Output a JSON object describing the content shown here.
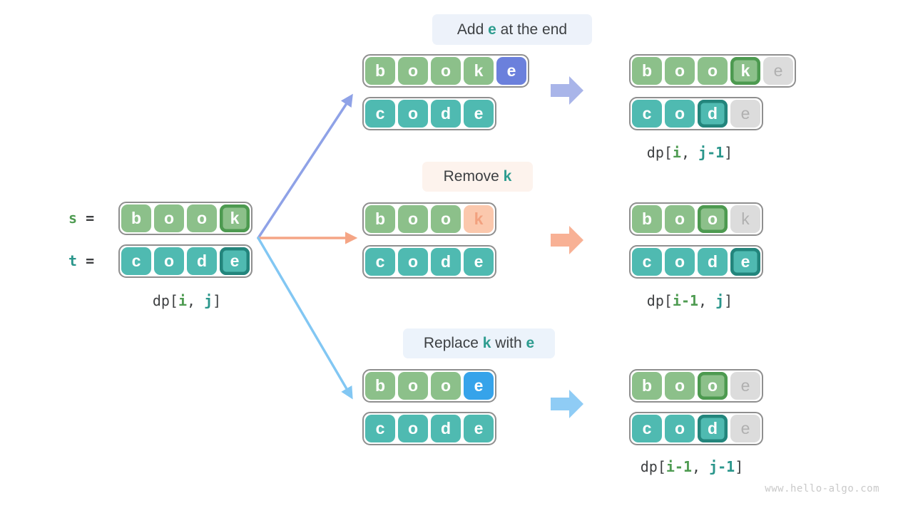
{
  "watermark": "www.hello-algo.com",
  "colors": {
    "cell-green": "#8cc08a",
    "cell-green-ring": "#4d9a50",
    "cell-teal": "#4fbab1",
    "cell-teal-ring": "#23857c",
    "cell-indigo": "#6b80dc",
    "cell-blue": "#36a3ea",
    "cell-salmon-bg": "#fbc8ad",
    "cell-salmon-text": "#f2a17f",
    "cell-gray-bg": "#dcdcdc",
    "cell-gray-text": "#b0b0b0",
    "box-border": "#8f8f8f",
    "label-add-bg": "#edf2fa",
    "label-remove-bg": "#fdf3ed",
    "label-replace-bg": "#ecf3fb",
    "label-text": "#3d4043",
    "accent-teal": "#2d9c8f",
    "dp-text": "#3e4042",
    "dp-green": "#4e9b51",
    "dp-teal": "#2a968b",
    "arrow-add": "#8fa2e7",
    "arrow-remove": "#f5a585",
    "arrow-replace": "#82c7f3",
    "blockarrow-add": "#a9b5e9",
    "blockarrow-remove": "#f8b195",
    "blockarrow-replace": "#8fccf5",
    "watermark-color": "#c9c9c9"
  },
  "left": {
    "s_label_parts": [
      {
        "t": "s",
        "cls": "green"
      },
      {
        "t": " =",
        "cls": "plain"
      }
    ],
    "t_label_parts": [
      {
        "t": "t",
        "cls": "teal"
      },
      {
        "t": " =",
        "cls": "plain"
      }
    ],
    "s_cells": [
      {
        "ch": "b",
        "style": "green"
      },
      {
        "ch": "o",
        "style": "green"
      },
      {
        "ch": "o",
        "style": "green"
      },
      {
        "ch": "k",
        "style": "green-hl"
      }
    ],
    "t_cells": [
      {
        "ch": "c",
        "style": "teal"
      },
      {
        "ch": "o",
        "style": "teal"
      },
      {
        "ch": "d",
        "style": "teal"
      },
      {
        "ch": "e",
        "style": "teal-hl"
      }
    ],
    "dp_parts": [
      {
        "t": "dp[",
        "cls": "plain"
      },
      {
        "t": "i",
        "cls": "green"
      },
      {
        "t": ", ",
        "cls": "plain"
      },
      {
        "t": "j",
        "cls": "teal"
      },
      {
        "t": "]",
        "cls": "plain"
      }
    ]
  },
  "branches": [
    {
      "name": "add-e-at-the-end",
      "label_parts": [
        {
          "t": "Add ",
          "cls": "plain"
        },
        {
          "t": "e",
          "cls": "accent"
        },
        {
          "t": " at the end",
          "cls": "plain"
        }
      ],
      "input_row1": [
        {
          "ch": "b",
          "style": "green"
        },
        {
          "ch": "o",
          "style": "green"
        },
        {
          "ch": "o",
          "style": "green"
        },
        {
          "ch": "k",
          "style": "green"
        },
        {
          "ch": "e",
          "style": "indigo"
        }
      ],
      "input_row2": [
        {
          "ch": "c",
          "style": "teal"
        },
        {
          "ch": "o",
          "style": "teal"
        },
        {
          "ch": "d",
          "style": "teal"
        },
        {
          "ch": "e",
          "style": "teal"
        }
      ],
      "result_row1": [
        {
          "ch": "b",
          "style": "green"
        },
        {
          "ch": "o",
          "style": "green"
        },
        {
          "ch": "o",
          "style": "green"
        },
        {
          "ch": "k",
          "style": "green-hl"
        },
        {
          "ch": "e",
          "style": "gray"
        }
      ],
      "result_row2": [
        {
          "ch": "c",
          "style": "teal"
        },
        {
          "ch": "o",
          "style": "teal"
        },
        {
          "ch": "d",
          "style": "teal-hl"
        },
        {
          "ch": "e",
          "style": "gray"
        }
      ],
      "dp_parts": [
        {
          "t": "dp[",
          "cls": "plain"
        },
        {
          "t": "i",
          "cls": "green"
        },
        {
          "t": ", ",
          "cls": "plain"
        },
        {
          "t": "j-1",
          "cls": "teal"
        },
        {
          "t": "]",
          "cls": "plain"
        }
      ]
    },
    {
      "name": "remove-k",
      "label_parts": [
        {
          "t": "Remove ",
          "cls": "plain"
        },
        {
          "t": "k",
          "cls": "accent"
        }
      ],
      "input_row1": [
        {
          "ch": "b",
          "style": "green"
        },
        {
          "ch": "o",
          "style": "green"
        },
        {
          "ch": "o",
          "style": "green"
        },
        {
          "ch": "k",
          "style": "salmon"
        }
      ],
      "input_row2": [
        {
          "ch": "c",
          "style": "teal"
        },
        {
          "ch": "o",
          "style": "teal"
        },
        {
          "ch": "d",
          "style": "teal"
        },
        {
          "ch": "e",
          "style": "teal"
        }
      ],
      "result_row1": [
        {
          "ch": "b",
          "style": "green"
        },
        {
          "ch": "o",
          "style": "green"
        },
        {
          "ch": "o",
          "style": "green-hl"
        },
        {
          "ch": "k",
          "style": "gray"
        }
      ],
      "result_row2": [
        {
          "ch": "c",
          "style": "teal"
        },
        {
          "ch": "o",
          "style": "teal"
        },
        {
          "ch": "d",
          "style": "teal"
        },
        {
          "ch": "e",
          "style": "teal-hl"
        }
      ],
      "dp_parts": [
        {
          "t": "dp[",
          "cls": "plain"
        },
        {
          "t": "i-1",
          "cls": "green"
        },
        {
          "t": ", ",
          "cls": "plain"
        },
        {
          "t": "j",
          "cls": "teal"
        },
        {
          "t": "]",
          "cls": "plain"
        }
      ]
    },
    {
      "name": "replace-k-with-e",
      "label_parts": [
        {
          "t": "Replace ",
          "cls": "plain"
        },
        {
          "t": "k",
          "cls": "accent"
        },
        {
          "t": " with ",
          "cls": "plain"
        },
        {
          "t": "e",
          "cls": "accent"
        }
      ],
      "input_row1": [
        {
          "ch": "b",
          "style": "green"
        },
        {
          "ch": "o",
          "style": "green"
        },
        {
          "ch": "o",
          "style": "green"
        },
        {
          "ch": "e",
          "style": "blue"
        }
      ],
      "input_row2": [
        {
          "ch": "c",
          "style": "teal"
        },
        {
          "ch": "o",
          "style": "teal"
        },
        {
          "ch": "d",
          "style": "teal"
        },
        {
          "ch": "e",
          "style": "teal"
        }
      ],
      "result_row1": [
        {
          "ch": "b",
          "style": "green"
        },
        {
          "ch": "o",
          "style": "green"
        },
        {
          "ch": "o",
          "style": "green-hl"
        },
        {
          "ch": "e",
          "style": "gray"
        }
      ],
      "result_row2": [
        {
          "ch": "c",
          "style": "teal"
        },
        {
          "ch": "o",
          "style": "teal"
        },
        {
          "ch": "d",
          "style": "teal-hl"
        },
        {
          "ch": "e",
          "style": "gray"
        }
      ],
      "dp_parts": [
        {
          "t": "dp[",
          "cls": "plain"
        },
        {
          "t": "i-1",
          "cls": "green"
        },
        {
          "t": ", ",
          "cls": "plain"
        },
        {
          "t": "j-1",
          "cls": "teal"
        },
        {
          "t": "]",
          "cls": "plain"
        }
      ]
    }
  ]
}
